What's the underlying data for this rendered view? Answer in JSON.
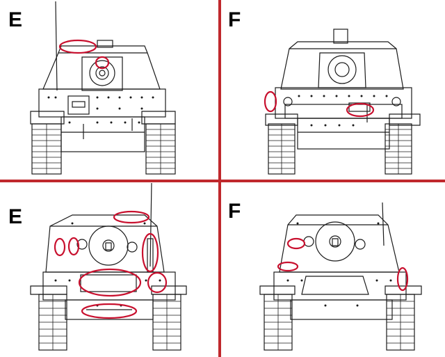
{
  "panels": [
    {
      "id": "front-e",
      "label": "E",
      "view": "front"
    },
    {
      "id": "front-f",
      "label": "F",
      "view": "front"
    },
    {
      "id": "rear-e",
      "label": "E",
      "view": "rear"
    },
    {
      "id": "rear-f",
      "label": "F",
      "view": "rear"
    }
  ],
  "colors": {
    "divider": "#c0282d",
    "highlight": "#c8102e",
    "line": "#1a1a1a",
    "background": "#ffffff"
  }
}
